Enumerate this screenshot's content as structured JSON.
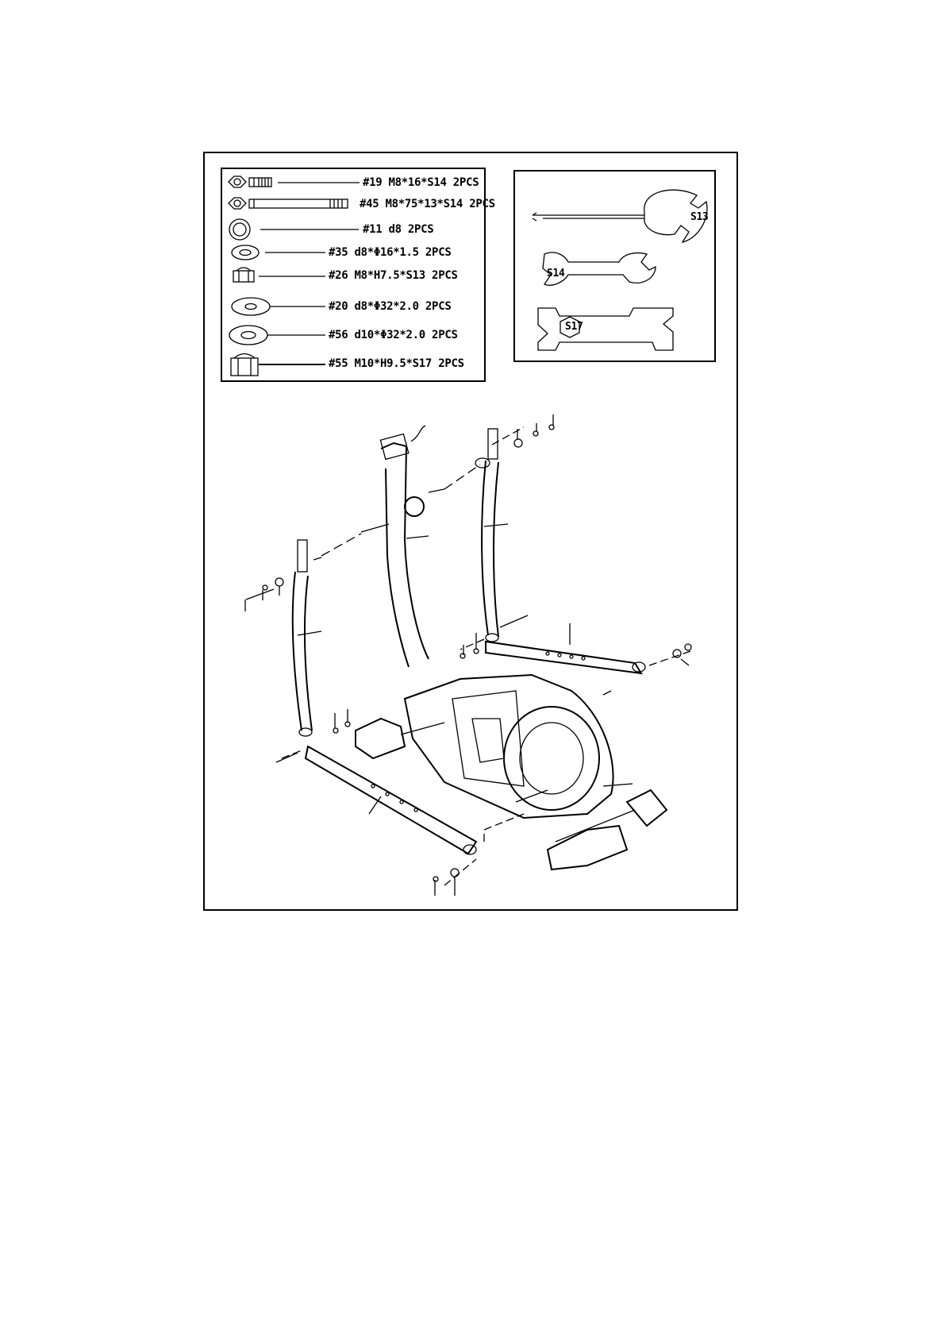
{
  "hardware": {
    "items": [
      {
        "icon": "hex-bolt-short-icon",
        "label": "#19 M8*16*S14 2PCS"
      },
      {
        "icon": "hex-bolt-long-icon",
        "label": "#45 M8*75*13*S14 2PCS"
      },
      {
        "icon": "spring-washer-icon",
        "label": "#11 d8 2PCS"
      },
      {
        "icon": "curved-washer-icon",
        "label": "#35 d8*Φ16*1.5 2PCS"
      },
      {
        "icon": "nylon-nut-icon",
        "label": "#26 M8*H7.5*S13  2PCS"
      },
      {
        "icon": "flat-washer-icon",
        "label": "#20 d8*Φ32*2.0 2PCS"
      },
      {
        "icon": "flat-washer-large-icon",
        "label": "#56 d10*Φ32*2.0 2PCS"
      },
      {
        "icon": "large-nut-icon",
        "label": "#55 M10*H9.5*S17 2PCS"
      }
    ]
  },
  "tools": {
    "screwdriver_wrench": "S13",
    "wrench_small": "S14",
    "wrench_large": "S17"
  }
}
